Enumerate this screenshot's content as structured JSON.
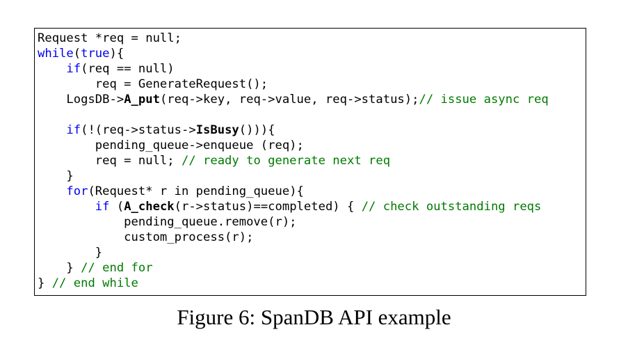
{
  "colors": {
    "keyword": "#0000ee",
    "comment": "#007a00",
    "text": "#000000",
    "border": "#000000"
  },
  "code_lines": [
    [
      {
        "t": "Request *req = null;",
        "k": "plain"
      }
    ],
    [
      {
        "t": "while",
        "k": "kw"
      },
      {
        "t": "(",
        "k": "plain"
      },
      {
        "t": "true",
        "k": "kw"
      },
      {
        "t": "){",
        "k": "plain"
      }
    ],
    [
      {
        "t": "    ",
        "k": "plain"
      },
      {
        "t": "if",
        "k": "kw"
      },
      {
        "t": "(req == null)",
        "k": "plain"
      }
    ],
    [
      {
        "t": "        req = GenerateRequest();",
        "k": "plain"
      }
    ],
    [
      {
        "t": "    LogsDB->",
        "k": "plain"
      },
      {
        "t": "A_put",
        "k": "bold"
      },
      {
        "t": "(req->key, req->value, req->status);",
        "k": "plain"
      },
      {
        "t": "// issue async req",
        "k": "cm"
      }
    ],
    [
      {
        "t": "",
        "k": "plain"
      }
    ],
    [
      {
        "t": "    ",
        "k": "plain"
      },
      {
        "t": "if",
        "k": "kw"
      },
      {
        "t": "(!(req->status->",
        "k": "plain"
      },
      {
        "t": "IsBusy",
        "k": "bold"
      },
      {
        "t": "())){",
        "k": "plain"
      }
    ],
    [
      {
        "t": "        pending_queue->enqueue (req);",
        "k": "plain"
      }
    ],
    [
      {
        "t": "        req = null; ",
        "k": "plain"
      },
      {
        "t": "// ready to generate next req",
        "k": "cm"
      }
    ],
    [
      {
        "t": "    }",
        "k": "plain"
      }
    ],
    [
      {
        "t": "    ",
        "k": "plain"
      },
      {
        "t": "for",
        "k": "kw"
      },
      {
        "t": "(Request* r in pending_queue){",
        "k": "plain"
      }
    ],
    [
      {
        "t": "        ",
        "k": "plain"
      },
      {
        "t": "if",
        "k": "kw"
      },
      {
        "t": " (",
        "k": "plain"
      },
      {
        "t": "A_check",
        "k": "bold"
      },
      {
        "t": "(r->status)==completed) { ",
        "k": "plain"
      },
      {
        "t": "// check outstanding reqs",
        "k": "cm"
      }
    ],
    [
      {
        "t": "            pending_queue.remove(r);",
        "k": "plain"
      }
    ],
    [
      {
        "t": "            custom_process(r);",
        "k": "plain"
      }
    ],
    [
      {
        "t": "        }",
        "k": "plain"
      }
    ],
    [
      {
        "t": "    } ",
        "k": "plain"
      },
      {
        "t": "// end for",
        "k": "cm"
      }
    ],
    [
      {
        "t": "} ",
        "k": "plain"
      },
      {
        "t": "// end while",
        "k": "cm"
      }
    ]
  ],
  "caption": "Figure 6: SpanDB API example"
}
